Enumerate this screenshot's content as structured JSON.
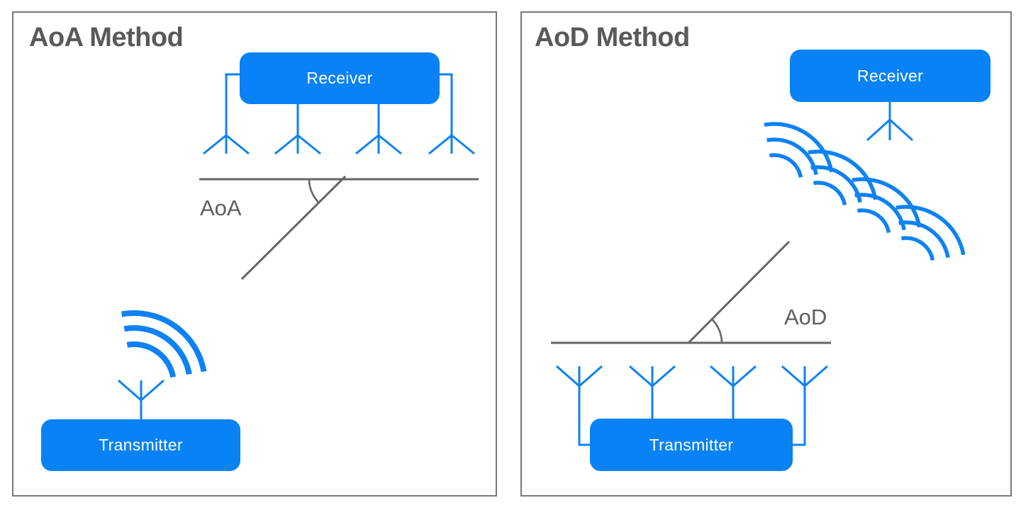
{
  "figure": {
    "description": "Comparison of Bluetooth direction finding methods: Angle of Arrival vs Angle of Departure"
  },
  "colors": {
    "accent_blue": "#0882f4",
    "line_gray": "#636569",
    "title_gray": "#58595c",
    "panel_border": "#77787b",
    "box_text": "#ffffff",
    "background": "#ffffff"
  },
  "panels": [
    {
      "title": "AoA Method",
      "angle_label": "AoA",
      "receiver_label": "Receiver",
      "transmitter_label": "Transmitter",
      "receiver_antenna_count": 4,
      "transmitter_antenna_count": 1,
      "signal_wave_groups": 1
    },
    {
      "title": "AoD Method",
      "angle_label": "AoD",
      "receiver_label": "Receiver",
      "transmitter_label": "Transmitter",
      "receiver_antenna_count": 1,
      "transmitter_antenna_count": 4,
      "signal_wave_groups": 4
    }
  ]
}
